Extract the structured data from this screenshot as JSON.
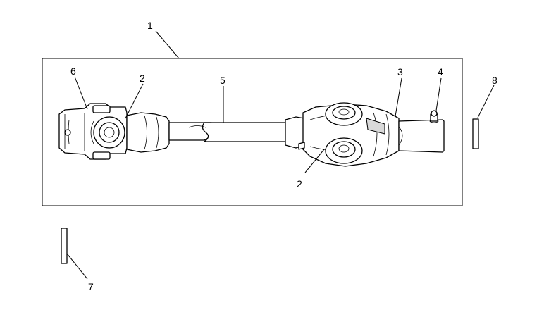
{
  "callouts": {
    "c1": "1",
    "c2a": "2",
    "c2b": "2",
    "c3": "3",
    "c4": "4",
    "c5": "5",
    "c6": "6",
    "c7": "7",
    "c8": "8"
  },
  "colors": {
    "line": "#000000",
    "background": "#ffffff",
    "shade": "#d9d9d9"
  }
}
